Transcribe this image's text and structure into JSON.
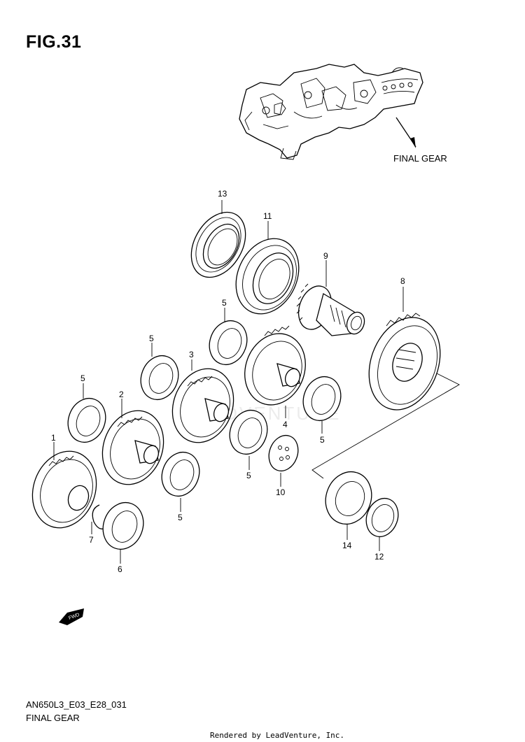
{
  "figure": {
    "title": "FIG.31",
    "assembly_label": "FINAL GEAR",
    "diagram_code": "AN650L3_E03_E28_031",
    "caption": "FINAL GEAR",
    "credit": "Rendered by LeadVenture, Inc.",
    "watermark": "LEADVENTURE"
  },
  "callouts": {
    "c1": "1",
    "c2": "2",
    "c3": "3",
    "c4": "4",
    "c5a": "5",
    "c5b": "5",
    "c5c": "5",
    "c5d": "5",
    "c5e": "5",
    "c5f": "5",
    "c6": "6",
    "c7": "7",
    "c8": "8",
    "c9": "9",
    "c10": "10",
    "c11": "11",
    "c12": "12",
    "c13": "13",
    "c14": "14"
  },
  "icons": {
    "direction": "fwd-arrow-icon"
  },
  "fwd_label": "FWD"
}
